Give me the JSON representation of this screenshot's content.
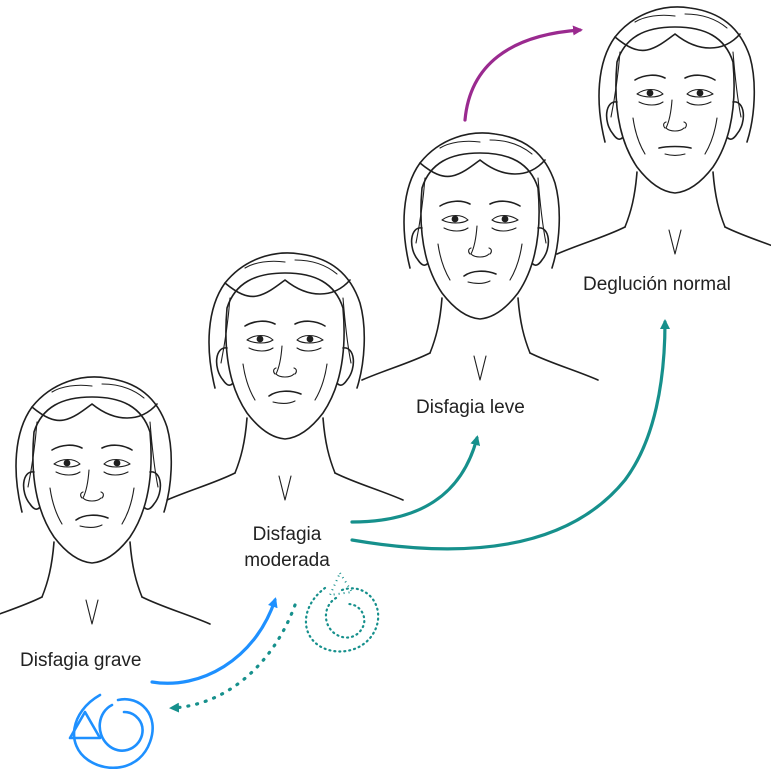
{
  "labels": {
    "severe": "Disfagia grave",
    "moderate_line1": "Disfagia",
    "moderate_line2": "moderada",
    "mild": "Disfagia leve",
    "normal": "Deglución normal"
  },
  "colors": {
    "blue": "#1e90ff",
    "teal": "#16908c",
    "purple": "#9a2a8f",
    "ink": "#1f1f1f"
  },
  "faces": [
    {
      "stage": "severe",
      "expression": "frown"
    },
    {
      "stage": "moderate",
      "expression": "frown"
    },
    {
      "stage": "mild",
      "expression": "slight-frown"
    },
    {
      "stage": "normal",
      "expression": "neutral"
    }
  ]
}
